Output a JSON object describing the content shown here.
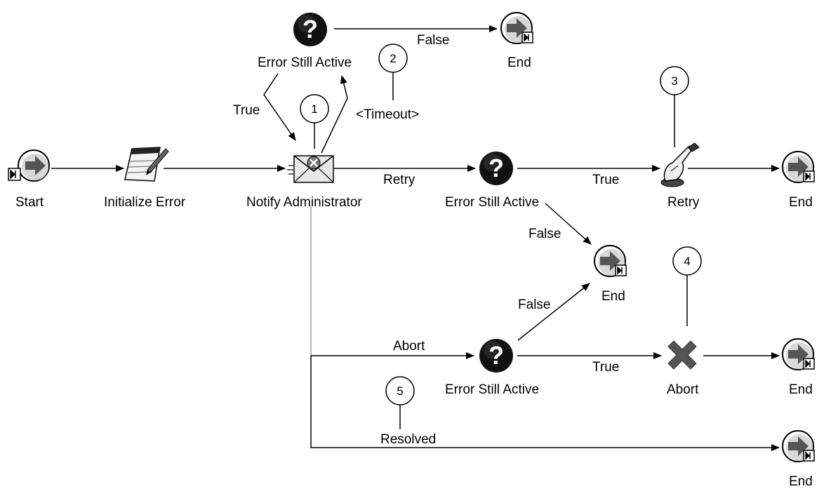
{
  "nodes": {
    "start": {
      "label": "Start",
      "icon": "start-icon"
    },
    "initialize": {
      "label": "Initialize Error",
      "icon": "notepad-icon"
    },
    "notify": {
      "label": "Notify Administrator",
      "icon": "envelope-icon"
    },
    "check_top": {
      "label": "Error Still Active",
      "icon": "question-icon"
    },
    "check_mid": {
      "label": "Error Still Active",
      "icon": "question-icon"
    },
    "check_low": {
      "label": "Error Still Active",
      "icon": "question-icon"
    },
    "retry": {
      "label": "Retry",
      "icon": "hand-pointer-icon"
    },
    "abort": {
      "label": "Abort",
      "icon": "x-icon"
    },
    "end_top": {
      "label": "End",
      "icon": "end-icon"
    },
    "end_retry": {
      "label": "End",
      "icon": "end-icon"
    },
    "end_false": {
      "label": "End",
      "icon": "end-icon"
    },
    "end_abort": {
      "label": "End",
      "icon": "end-icon"
    },
    "end_resolved": {
      "label": "End",
      "icon": "end-icon"
    }
  },
  "edges": {
    "top_false": "False",
    "top_true": "True",
    "timeout": "<Timeout>",
    "retry": "Retry",
    "mid_true": "True",
    "mid_false": "False",
    "low_false": "False",
    "abort": "Abort",
    "low_true": "True",
    "resolved": "Resolved"
  },
  "callouts": [
    "1",
    "2",
    "3",
    "4",
    "5"
  ]
}
